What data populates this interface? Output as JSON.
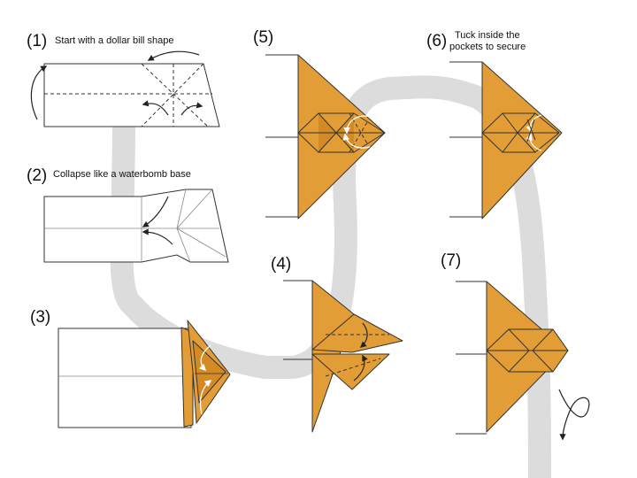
{
  "steps": [
    {
      "number": "(1)",
      "caption": "Start with a dollar bill shape"
    },
    {
      "number": "(2)",
      "caption": "Collapse like a waterbomb base"
    },
    {
      "number": "(3)",
      "caption": ""
    },
    {
      "number": "(4)",
      "caption": ""
    },
    {
      "number": "(5)",
      "caption": ""
    },
    {
      "number": "(6)",
      "caption_line1": "Tuck inside the",
      "caption_line2": "pockets to secure"
    },
    {
      "number": "(7)",
      "caption": ""
    }
  ],
  "colors": {
    "paper_orange": "#e39d36",
    "paper_white": "#ffffff",
    "flow_path": "#dcdcdc",
    "outline": "#333333"
  },
  "icons": [
    "fold-arrow-icon",
    "valley-fold-icon",
    "turn-over-icon"
  ]
}
